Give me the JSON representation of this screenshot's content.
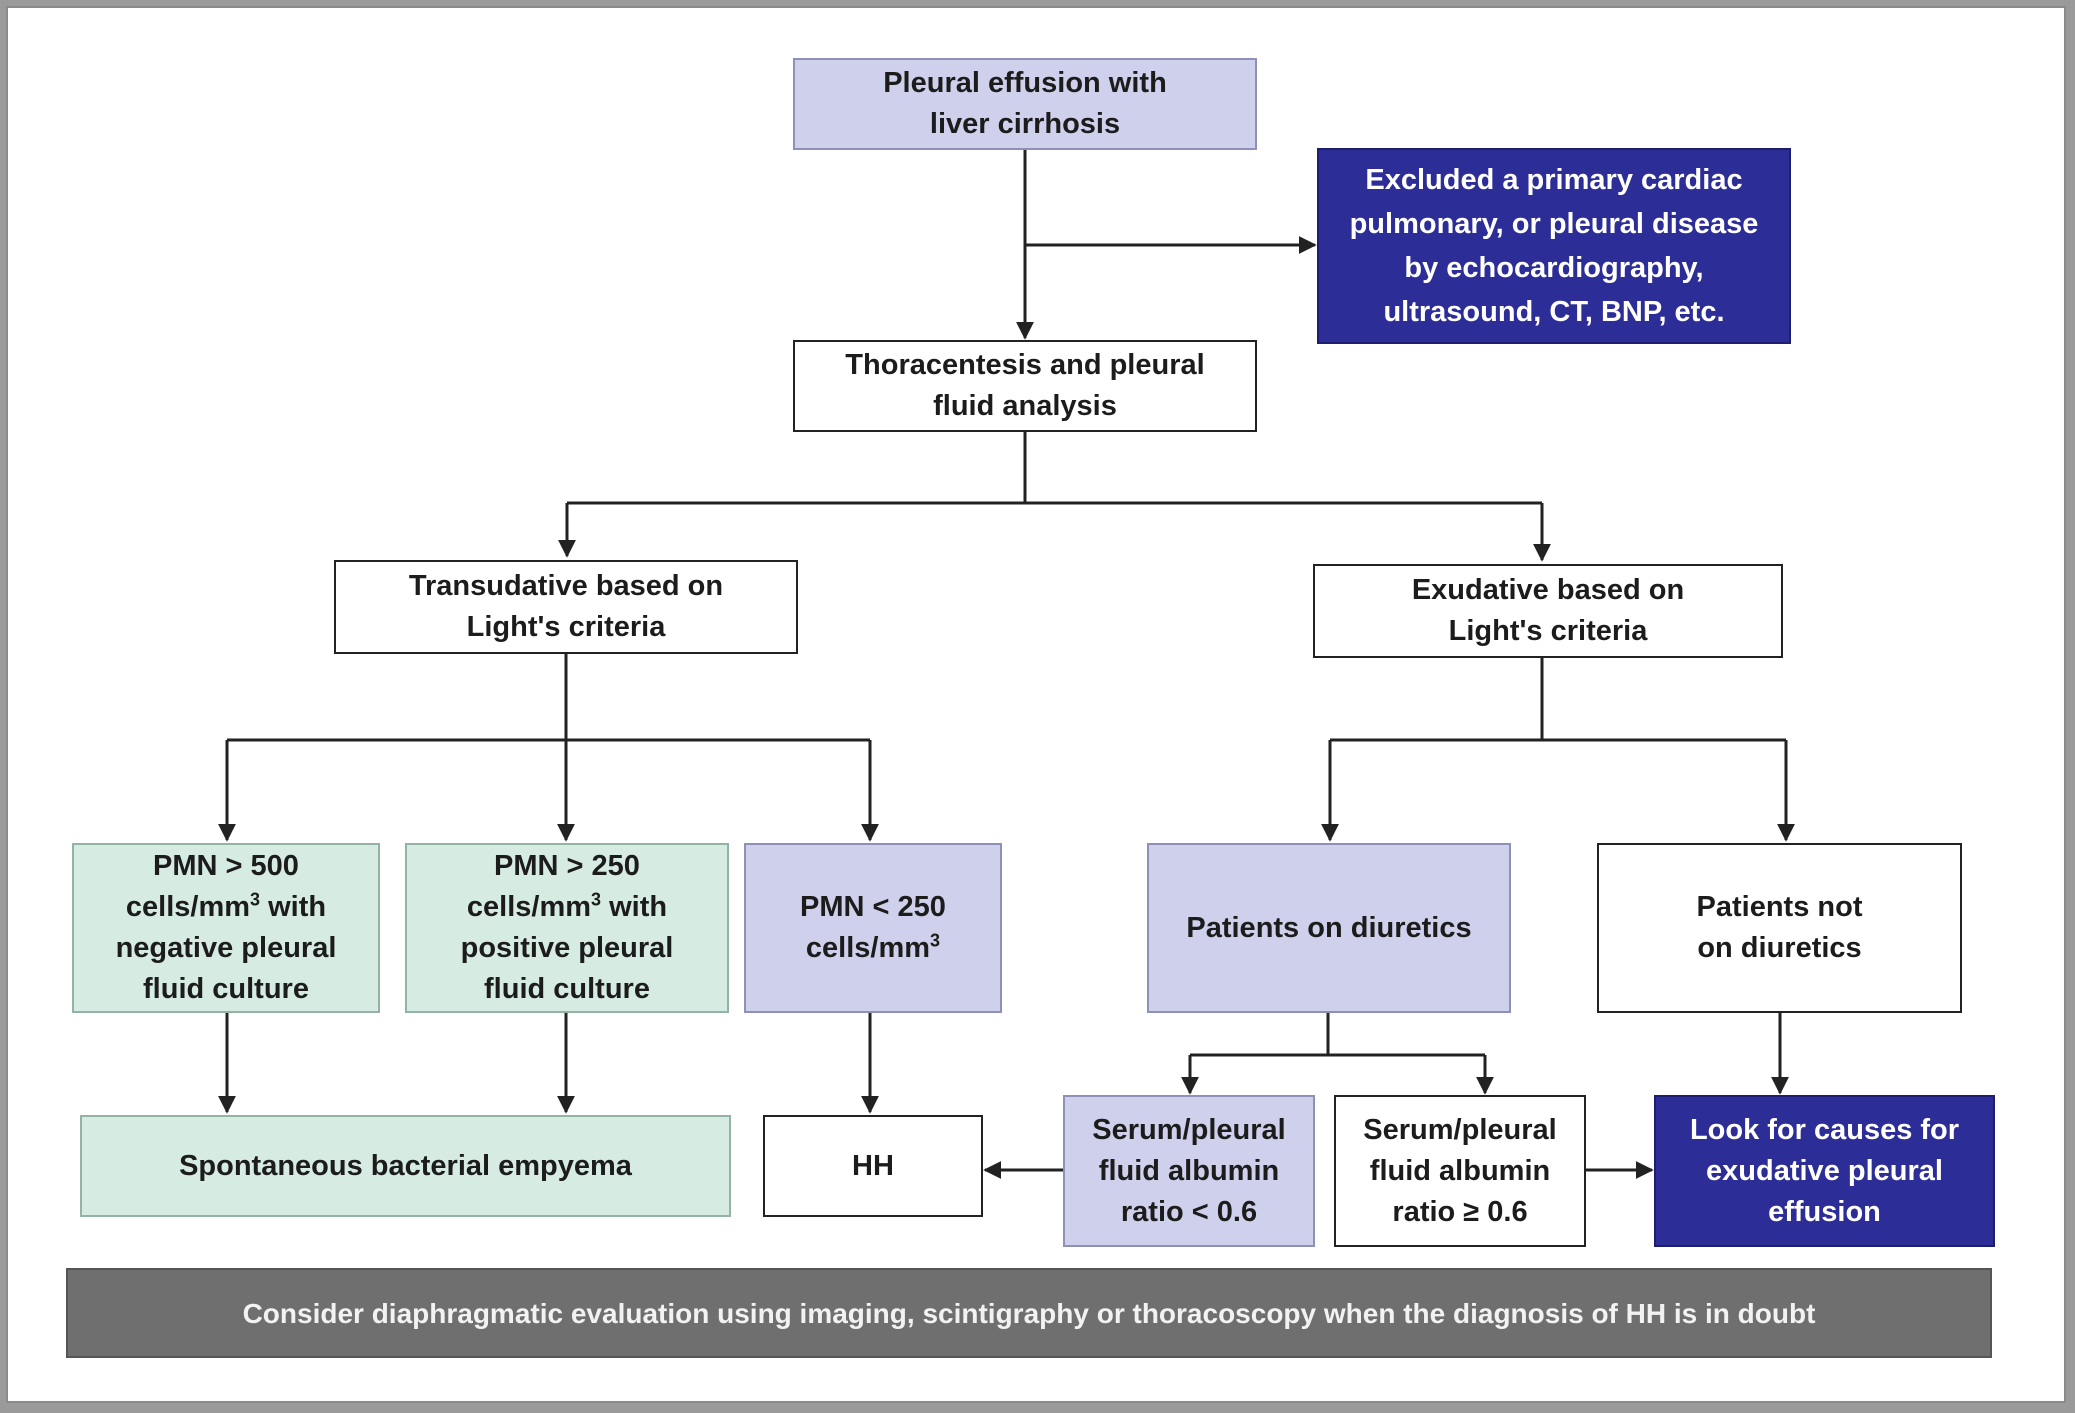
{
  "nodes": {
    "pleural_effusion": "Pleural effusion with\nliver cirrhosis",
    "excluded_disease": "Excluded a primary cardiac\npulmonary, or pleural disease\nby echocardiography,\nultrasound, CT, BNP, etc.",
    "thoracentesis": "Thoracentesis and pleural\nfluid analysis",
    "transudative": "Transudative based on\nLight's criteria",
    "exudative": "Exudative based on\nLight's criteria",
    "pmn_500": {
      "text": "PMN > 500\ncells/mm",
      "sup": "3",
      "tail": " with\nnegative pleural\nfluid culture"
    },
    "pmn_250_pos": {
      "text": "PMN > 250\ncells/mm",
      "sup": "3",
      "tail": " with\npositive pleural\nfluid culture"
    },
    "pmn_250_less": {
      "text": "PMN < 250\ncells/mm",
      "sup": "3",
      "tail": ""
    },
    "on_diuretics": "Patients on diuretics",
    "not_on_diuretics": "Patients not\non diuretics",
    "sbe": "Spontaneous bacterial empyema",
    "hh": "HH",
    "ratio_less": "Serum/pleural\nfluid albumin\nratio < 0.6",
    "ratio_geq": "Serum/pleural\nfluid albumin\nratio ≥ 0.6",
    "look_for_causes": "Look for causes for\nexudative pleural\neffusion",
    "footer": "Consider diaphragmatic evaluation using imaging, scintigraphy or thoracoscopy when the diagnosis of HH is in doubt"
  },
  "colors": {
    "lavender": "#cfd0ec",
    "navy": "#2c2d96",
    "green": "#d6ece2",
    "gray_bar": "#6f6f6f",
    "line": "#222222"
  }
}
